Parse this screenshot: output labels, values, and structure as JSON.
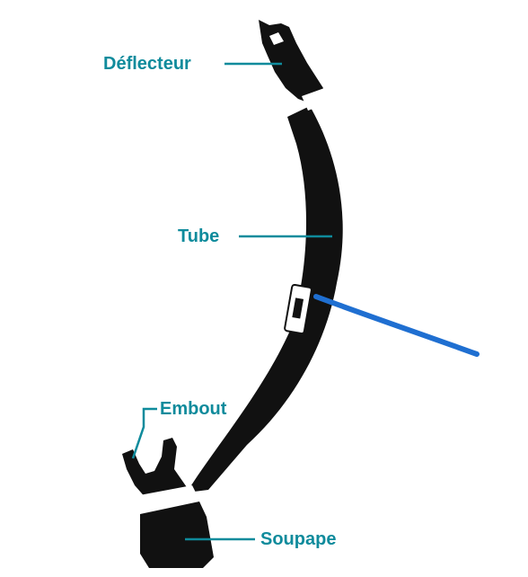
{
  "colors": {
    "label": "#0f8b9c",
    "snorkel": "#111111",
    "annotation_stroke": "#1f6fd1",
    "background": "#ffffff"
  },
  "labels": {
    "deflector": "Déflecteur",
    "tube": "Tube",
    "mouthpiece": "Embout",
    "valve": "Soupape"
  }
}
